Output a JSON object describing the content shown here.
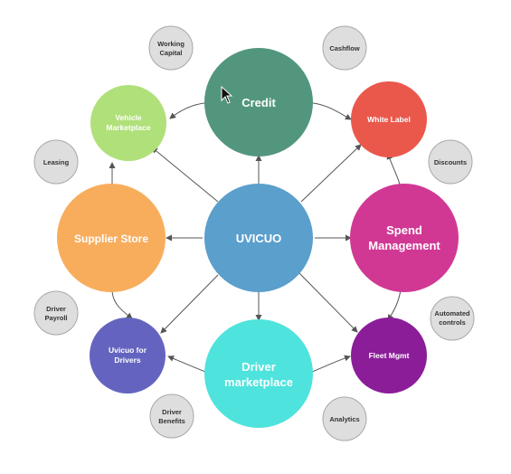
{
  "center": {
    "label": "UVICUO",
    "color": "#5b9fcc"
  },
  "main_nodes": {
    "credit": {
      "label": "Credit",
      "color": "#53967e"
    },
    "spend": {
      "label_lines": [
        "Spend",
        "Management"
      ],
      "color": "#d13894"
    },
    "driver_marketplace": {
      "label_lines": [
        "Driver",
        "marketplace"
      ],
      "color": "#4ee3dc"
    },
    "supplier_store": {
      "label": "Supplier Store",
      "color": "#f8ad5d"
    }
  },
  "mid_nodes": {
    "vehicle_marketplace": {
      "label_lines": [
        "Vehicle",
        "Marketplace"
      ],
      "color": "#b0e07a"
    },
    "white_label": {
      "label": "White Label",
      "color": "#ea584c"
    },
    "fleet_mgmt": {
      "label": "Fleet Mgmt",
      "color": "#8b1d99"
    },
    "uvicuo_for_drivers": {
      "label_lines": [
        "Uvicuo for",
        "Drivers"
      ],
      "color": "#6464c0"
    }
  },
  "small_nodes": {
    "working_capital": {
      "label_lines": [
        "Working",
        "Capital"
      ]
    },
    "cashflow": {
      "label": "Cashflow"
    },
    "leasing": {
      "label": "Leasing"
    },
    "discounts": {
      "label": "Discounts"
    },
    "driver_payroll": {
      "label_lines": [
        "Driver",
        "Payroll"
      ]
    },
    "automated_controls": {
      "label_lines": [
        "Automated",
        "controls"
      ]
    },
    "driver_benefits": {
      "label_lines": [
        "Driver",
        "Benefits"
      ]
    },
    "analytics": {
      "label": "Analytics"
    }
  },
  "style": {
    "small_fill": "#dedede",
    "small_stroke": "#a8a8a8",
    "arrow_color": "#555555"
  }
}
